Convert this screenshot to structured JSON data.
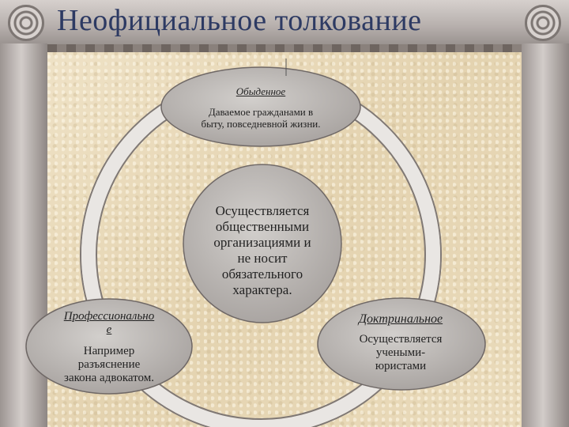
{
  "title": "Неофициальное толкование",
  "nodes": {
    "top": {
      "heading": "Обыденное",
      "lines": [
        "Даваемое гражданами в",
        "быту, повседневной жизни."
      ]
    },
    "center": {
      "lines": [
        "Осуществляется",
        "общественными",
        "организациями и",
        "не носит",
        "обязательного",
        "характера."
      ]
    },
    "left": {
      "heading_lines": [
        "Профессионально",
        "е"
      ],
      "lines": [
        "Например",
        "разъяснение",
        "закона адвокатом."
      ]
    },
    "right": {
      "heading": "Доктринальное",
      "lines": [
        "Осуществляется",
        "учеными-",
        "юристами"
      ]
    }
  },
  "colors": {
    "title": "#2d3a63",
    "node_fill": "#bdb9b6",
    "ring": "#8a8380",
    "background": "#e9dcc0"
  }
}
